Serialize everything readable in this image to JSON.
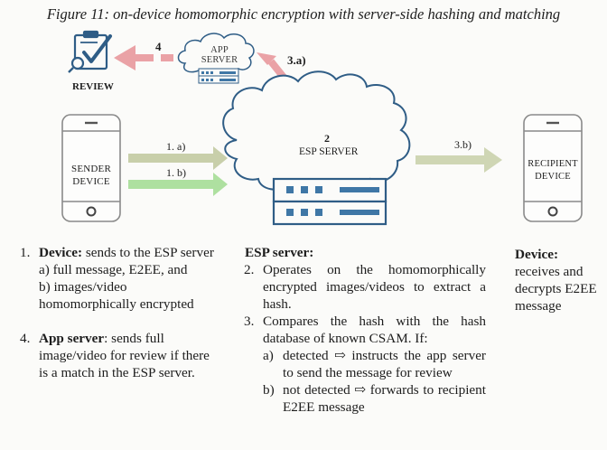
{
  "caption": "Figure 11: on-device homomorphic encryption with server-side hashing and matching",
  "diagram": {
    "review_label": "REVIEW",
    "step4_label": "4",
    "app_server_line1": "APP",
    "app_server_line2": "SERVER",
    "step3a_label": "3.a)",
    "esp_step": "2",
    "esp_label": "ESP SERVER",
    "step1a_label": "1. a)",
    "step1b_label": "1. b)",
    "step3b_label": "3.b)",
    "sender_line1": "SENDER",
    "sender_line2": "DEVICE",
    "recipient_line1": "RECIPIENT",
    "recipient_line2": "DEVICE",
    "colors": {
      "outline": "#2f5d86",
      "server_fill": "#3f77a6",
      "arrow_review": "#eaa2a6",
      "arrow_1a": "#c8cfaa",
      "arrow_1b": "#aee0a0",
      "arrow_3b": "#cfd6b4",
      "device_outline": "#8a8a8a"
    }
  },
  "left_text": {
    "item1_num": "1.",
    "item1_bold": "Device:",
    "item1_rest": " sends to the ESP server",
    "item1_a": "a) full message, E2EE, and",
    "item1_b": "b) images/video homomorphically encrypted",
    "item4_num": "4.",
    "item4_bold": "App server",
    "item4_rest": ": sends full image/video for review if there is a match in the ESP server."
  },
  "middle_text": {
    "heading": "ESP server:",
    "item2_num": "2.",
    "item2_text": "Operates on the homomorphically encrypted images/videos to extract a hash.",
    "item3_num": "3.",
    "item3_text": "Compares the hash with the hash database of known CSAM. If:",
    "item3a_num": "a)",
    "item3a_text": "detected ⇨ instructs the app server to send the message for review",
    "item3b_num": "b)",
    "item3b_text": "not detected ⇨ forwards to recipient E2EE message"
  },
  "right_text": {
    "heading": "Device:",
    "body": "receives and decrypts E2EE message"
  }
}
